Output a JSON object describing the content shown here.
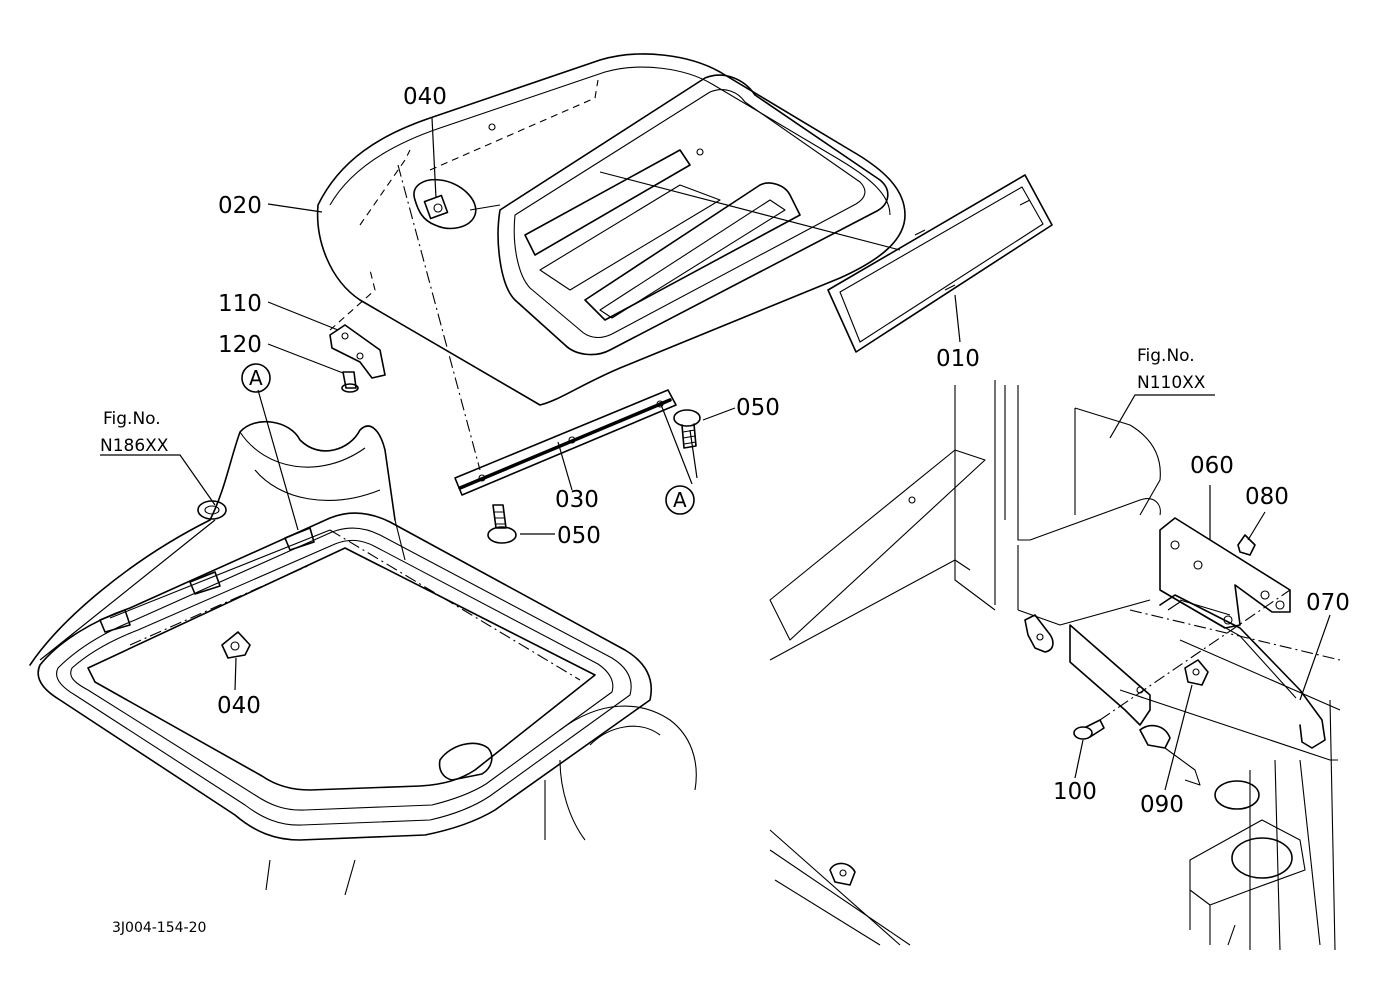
{
  "callouts": {
    "c010": "010",
    "c020": "020",
    "c030": "030",
    "c040_top": "040",
    "c040_bottom": "040",
    "c050_right": "050",
    "c050_bottom": "050",
    "c060": "060",
    "c070": "070",
    "c080": "080",
    "c090": "090",
    "c100": "100",
    "c110": "110",
    "c120": "120"
  },
  "markers": {
    "a_left": "A",
    "a_right": "A"
  },
  "figure_refs": {
    "left_fig_label": "Fig.No.",
    "left_fig_number": "N186XX",
    "right_fig_label": "Fig.No.",
    "right_fig_number": "N110XX"
  },
  "drawing_code": "3J004-154-20"
}
